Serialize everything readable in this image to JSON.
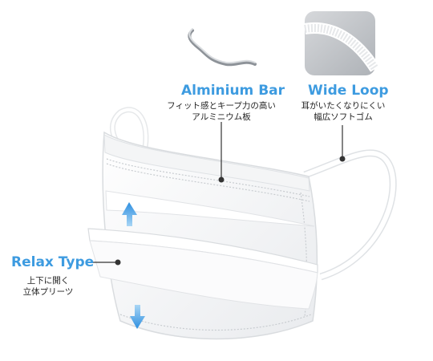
{
  "colors": {
    "accent": "#3d9be0",
    "callout_line": "#333333",
    "mask_fill": "#f7f7f7",
    "mask_shadow": "#d9dcdf"
  },
  "callouts": {
    "aluminium_bar": {
      "title": "Alminium Bar",
      "desc_line1": "フィット感とキープ力の高い",
      "desc_line2": "アルミニウム板"
    },
    "wide_loop": {
      "title": "Wide Loop",
      "desc_line1": "耳がいたくなりにくい",
      "desc_line2": "幅広ソフトゴム"
    },
    "relax_type": {
      "title": "Relax Type",
      "desc_line1": "上下に開く",
      "desc_line2": "立体プリーツ"
    }
  },
  "icons": {
    "aluminium_bar": "aluminium-strip-icon",
    "wide_loop": "elastic-loop-closeup",
    "relax_type": "up-down-arrows"
  }
}
